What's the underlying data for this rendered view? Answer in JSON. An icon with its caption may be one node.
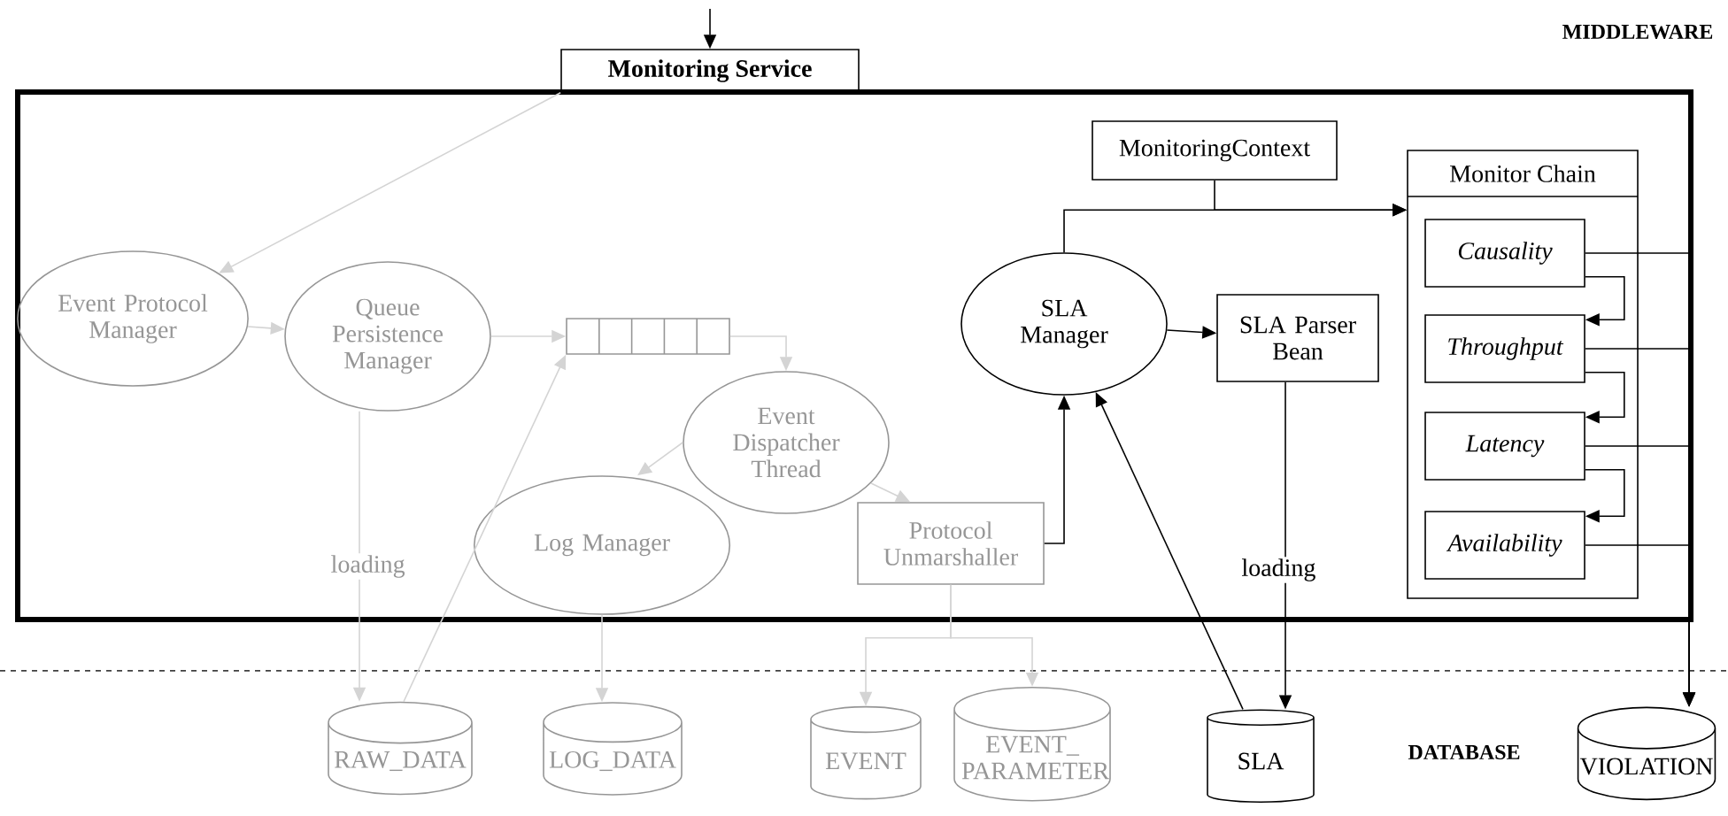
{
  "diagram": {
    "nodes": [
      {
        "text": [
          "Monitoring Service"
        ]
      },
      {
        "text": [
          "Event Protocol Manager"
        ],
        "in": 0
      },
      {
        "text": [
          "Queue Persistence Manager"
        ],
        "in": 0
      },
      {
        "text": [],
        "shape": "box",
        "in": 0
      },
      {
        "text": [
          "Event Dispatcher Thread"
        ],
        "in": 0
      },
      {
        "text": [
          "Log Manager"
        ],
        "in": 0
      },
      {
        "text": [
          "Protocol Unmarshaller"
        ],
        "in": 0
      },
      {
        "text": [
          "SLA Manager"
        ],
        "in": 0
      },
      {
        "text": [
          "MonitoringContext"
        ],
        "in": 0
      },
      {
        "text": [
          "SLA Parser Bean"
        ],
        "in": 0
      },
      {
        "text": [
          "Monitor Chain"
        ],
        "in": 0
      },
      {
        "text": [
          "Causality"
        ],
        "in": 10
      },
      {
        "text": [
          "Throughput"
        ],
        "in": 10
      },
      {
        "text": [
          "Latency"
        ],
        "in": 10
      },
      {
        "text": [
          "Availability"
        ],
        "in": 10
      },
      {
        "text": [
          "RAW_DATA"
        ]
      },
      {
        "text": [
          "LOG_DATA"
        ]
      },
      {
        "text": [
          "EVENT"
        ]
      },
      {
        "text": [
          "EVENT_ PARAMETER"
        ]
      },
      {
        "text": [
          "SLA"
        ]
      },
      {
        "text": [
          "VIOLATION"
        ]
      }
    ],
    "edges": [
      {
        "from": null,
        "to": 0,
        "arrow": "to"
      },
      {
        "from": 0,
        "to": 1,
        "arrow": "to",
        "color": "#d4d4d4"
      },
      {
        "from": 1,
        "to": 2,
        "arrow": "to",
        "color": "#d4d4d4"
      },
      {
        "from": 2,
        "to": 3,
        "arrow": "to",
        "color": "#d4d4d4"
      },
      {
        "from": 3,
        "to": 4,
        "arrow": "to",
        "color": "#d4d4d4"
      },
      {
        "from": 4,
        "to": 5,
        "arrow": "to",
        "color": "#d4d4d4"
      },
      {
        "from": 4,
        "to": 6,
        "arrow": "to",
        "color": "#d4d4d4"
      },
      {
        "from": 2,
        "to": 15,
        "arrow": "to",
        "label": "loading",
        "color": "#d4d4d4"
      },
      {
        "from": 15,
        "to": 3,
        "arrow": "to",
        "color": "#d4d4d4"
      },
      {
        "from": 5,
        "to": 16,
        "arrow": "to",
        "color": "#d4d4d4"
      },
      {
        "from": 6,
        "to": 17,
        "arrow": "to",
        "color": "#d4d4d4"
      },
      {
        "from": 6,
        "to": 18,
        "arrow": "to",
        "color": "#d4d4d4"
      },
      {
        "from": 6,
        "to": 7,
        "arrow": "to"
      },
      {
        "from": 19,
        "to": 7,
        "arrow": "to"
      },
      {
        "from": 7,
        "to": 9,
        "arrow": "to"
      },
      {
        "from": 9,
        "to": 19,
        "arrow": "to",
        "label": "loading"
      },
      {
        "from": 7,
        "to": 10,
        "arrow": "to"
      },
      {
        "from": 8,
        "to": 10,
        "arrow": "to"
      },
      {
        "from": 11,
        "to": 12,
        "arrow": "to"
      },
      {
        "from": 12,
        "to": 13,
        "arrow": "to"
      },
      {
        "from": 13,
        "to": 14,
        "arrow": "to"
      },
      {
        "from": 11,
        "to": 20,
        "arrow": "to"
      },
      {
        "from": 12,
        "to": 20,
        "arrow": "to"
      },
      {
        "from": 13,
        "to": 20,
        "arrow": "to"
      },
      {
        "from": 14,
        "to": 20,
        "arrow": "to"
      }
    ],
    "labels": [
      "MIDDLEWARE",
      "DATABASE"
    ]
  }
}
